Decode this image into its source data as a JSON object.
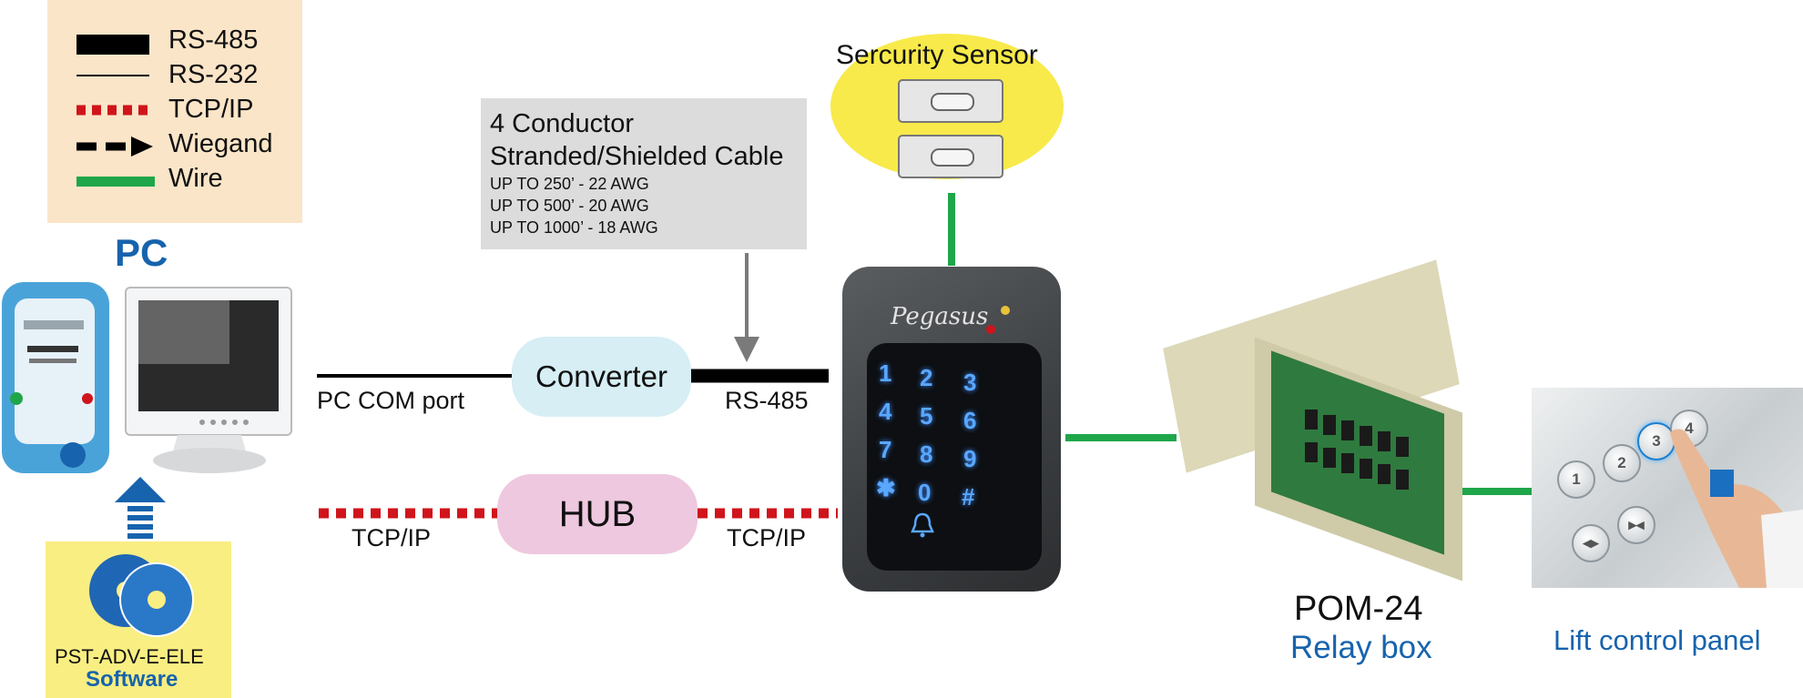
{
  "legend": {
    "items": [
      {
        "label": "RS-485"
      },
      {
        "label": "RS-232"
      },
      {
        "label": "TCP/IP"
      },
      {
        "label": "Wiegand"
      },
      {
        "label": "Wire"
      }
    ]
  },
  "pc": {
    "title": "PC"
  },
  "cable_note": {
    "line1": "4 Conductor",
    "line2": "Stranded/Shielded Cable",
    "spec1": "UP TO 250’ - 22 AWG",
    "spec2": "UP TO 500’ - 20 AWG",
    "spec3": "UP TO 1000’ - 18 AWG"
  },
  "converter": {
    "label": "Converter",
    "left_label": "PC COM port",
    "right_label": "RS-485"
  },
  "hub": {
    "label": "HUB",
    "left_label": "TCP/IP",
    "right_label": "TCP/IP"
  },
  "sensor": {
    "title": "Sercurity Sensor"
  },
  "keypad": {
    "brand": "Pegasus",
    "keys": [
      "1",
      "2",
      "3",
      "4",
      "5",
      "6",
      "7",
      "8",
      "9",
      "✱",
      "0",
      "#"
    ]
  },
  "relay": {
    "title": "POM-24",
    "subtitle": "Relay box"
  },
  "lift": {
    "title": "Lift control panel",
    "buttons": [
      "1",
      "2",
      "3",
      "4"
    ]
  },
  "software": {
    "name": "PST-ADV-E-ELE",
    "label": "Software"
  },
  "colors": {
    "rs485": "#000000",
    "rs232": "#000000",
    "tcpip": "#d0141b",
    "wiegand": "#000000",
    "wire": "#1fa64a",
    "accent_blue": "#1763ad",
    "legend_bg": "#fbe5c8",
    "sensor_bg": "#f8ea4a",
    "software_bg": "#f9ee82"
  }
}
